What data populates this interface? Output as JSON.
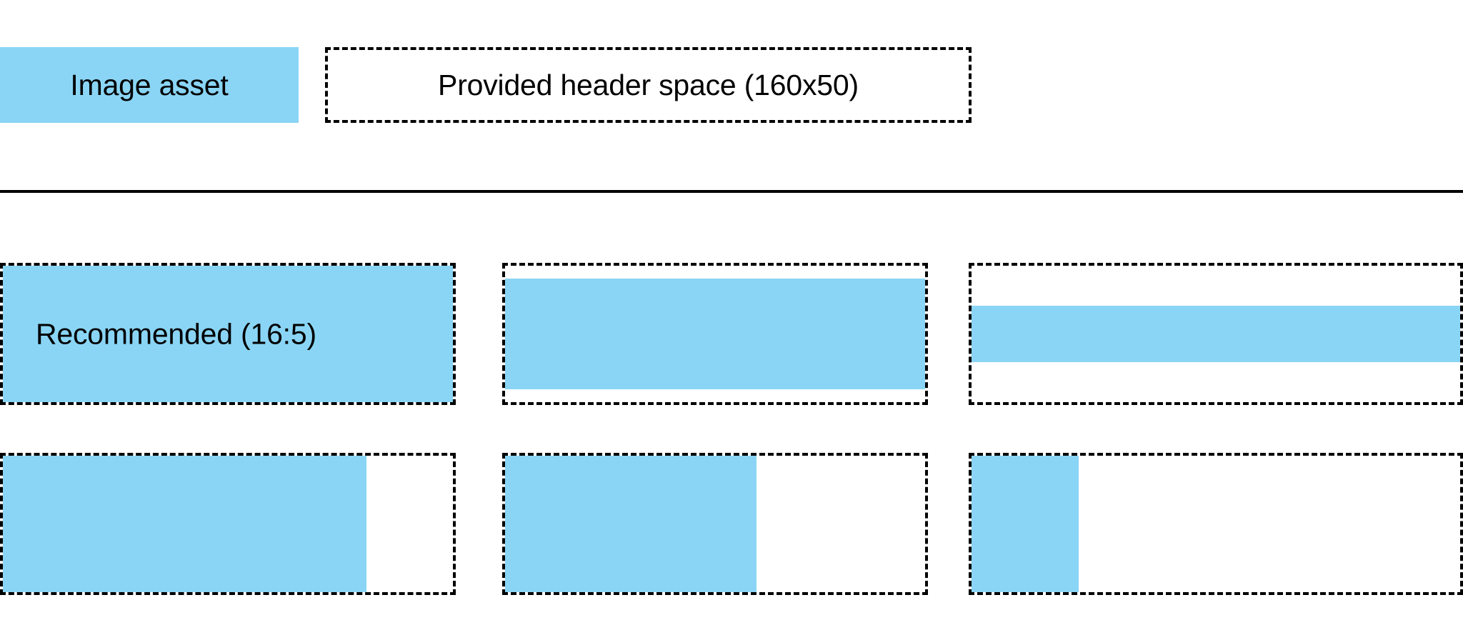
{
  "legend": {
    "swatch_label": "Image asset",
    "dashed_label": "Provided header space (160x50)",
    "swatch_color": "#8AD5F5",
    "outline_color": "#000000"
  },
  "divider": {
    "color": "#000000"
  },
  "examples": {
    "row1": [
      {
        "name": "recommended",
        "label": "Recommended (16:5)",
        "fit": "fills-provided-space-exactly"
      },
      {
        "name": "slightly-shorter",
        "label": "",
        "fit": "full-width-letterboxed"
      },
      {
        "name": "much-shorter",
        "label": "",
        "fit": "full-width-heavily-letterboxed"
      }
    ],
    "row2": [
      {
        "name": "slightly-narrower",
        "label": "",
        "fit": "full-height-pillarboxed"
      },
      {
        "name": "narrower",
        "label": "",
        "fit": "full-height-more-pillarboxed"
      },
      {
        "name": "narrowest",
        "label": "",
        "fit": "full-height-heavily-pillarboxed"
      }
    ]
  }
}
